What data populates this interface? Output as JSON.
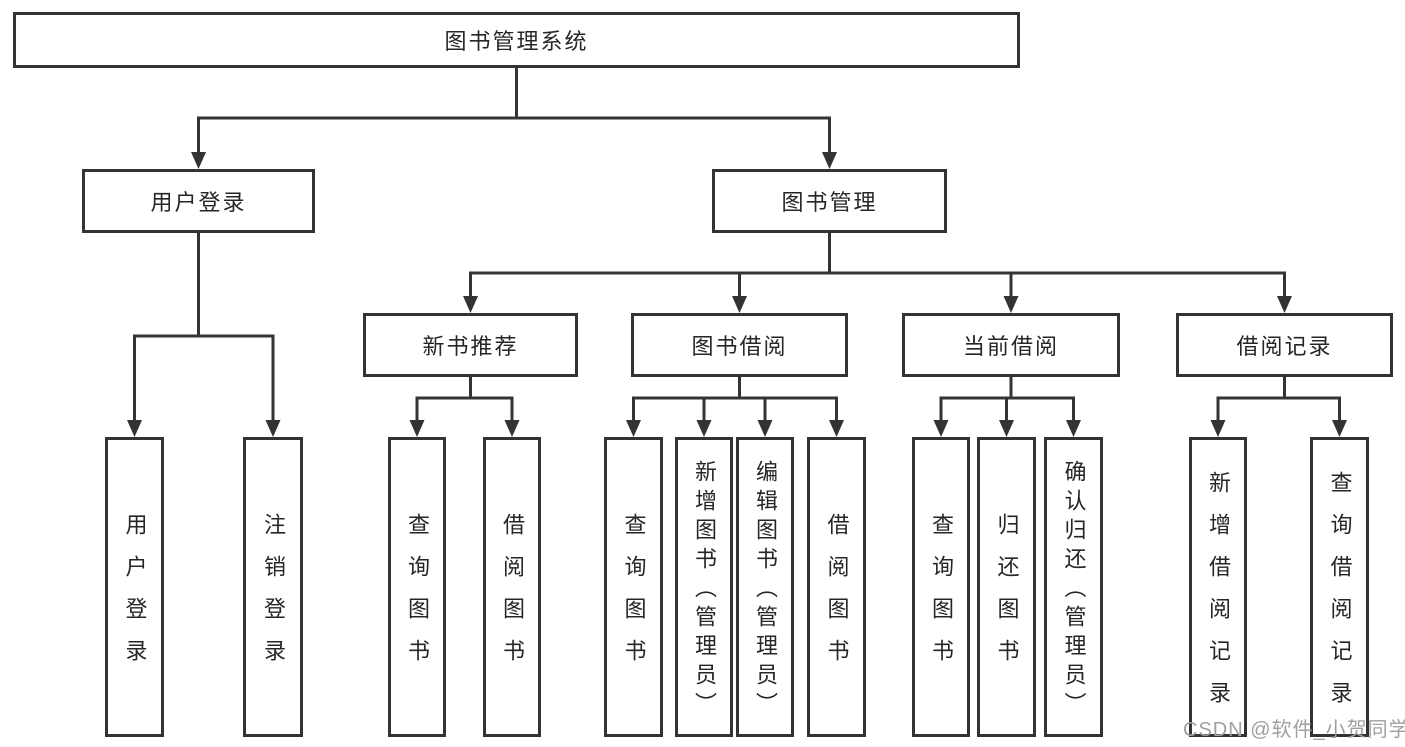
{
  "diagram_title": "图书管理系统",
  "tree": {
    "label": "图书管理系统",
    "children": [
      {
        "label": "用户登录",
        "children": [
          {
            "label": "用户登录"
          },
          {
            "label": "注销登录"
          }
        ]
      },
      {
        "label": "图书管理",
        "children": [
          {
            "label": "新书推荐",
            "children": [
              {
                "label": "查询图书"
              },
              {
                "label": "借阅图书"
              }
            ]
          },
          {
            "label": "图书借阅",
            "children": [
              {
                "label": "查询图书"
              },
              {
                "label": "新增图书（管理员）"
              },
              {
                "label": "编辑图书（管理员）"
              },
              {
                "label": "借阅图书"
              }
            ]
          },
          {
            "label": "当前借阅",
            "children": [
              {
                "label": "查询图书"
              },
              {
                "label": "归还图书"
              },
              {
                "label": "确认归还（管理员）"
              }
            ]
          },
          {
            "label": "借阅记录",
            "children": [
              {
                "label": "新增借阅记录"
              },
              {
                "label": "查询借阅记录"
              }
            ]
          }
        ]
      }
    ]
  },
  "watermark": {
    "text": "CSDN @软件_小贺同学"
  },
  "colors": {
    "line": "#333333",
    "text": "#262626",
    "watermark": "#a0a0a0",
    "background": "#ffffff"
  }
}
